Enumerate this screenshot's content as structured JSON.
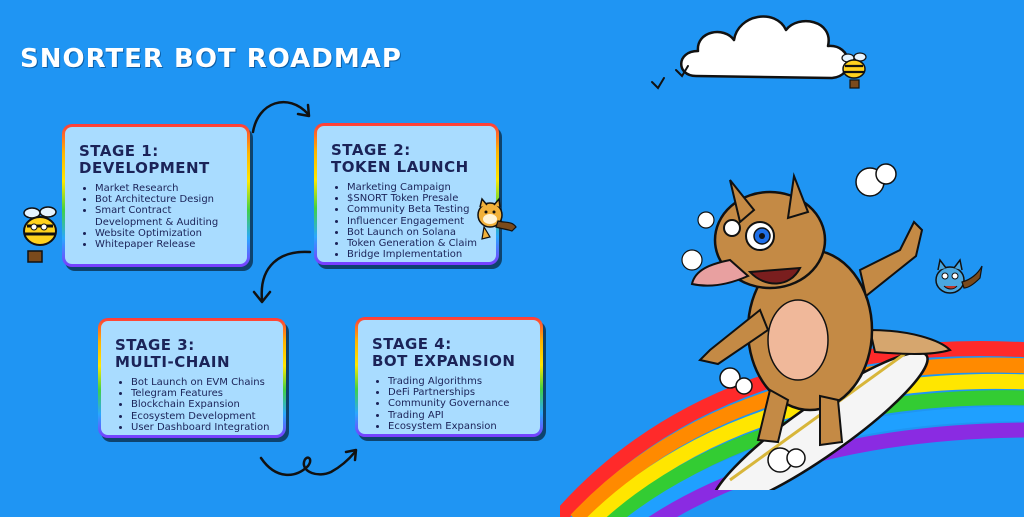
{
  "title": "SNORTER BOT ROADMAP",
  "stages": [
    {
      "heading_line1": "STAGE 1:",
      "heading_line2": "DEVELOPMENT",
      "items": [
        "Market Research",
        "Bot Architecture Design",
        "Smart Contract",
        "Development & Auditing",
        "Website Optimization",
        "Whitepaper Release"
      ]
    },
    {
      "heading_line1": "STAGE 2:",
      "heading_line2": "TOKEN LAUNCH",
      "items": [
        "Marketing Campaign",
        "$SNORT Token Presale",
        "Community Beta Testing",
        "Influencer Engagement",
        "Bot Launch on Solana",
        "Token Generation & Claim",
        "Bridge Implementation"
      ]
    },
    {
      "heading_line1": "STAGE 3:",
      "heading_line2": "MULTI-CHAIN",
      "items": [
        "Bot Launch on EVM Chains",
        "Telegram Features",
        "Blockchain Expansion",
        "Ecosystem Development",
        "User Dashboard Integration"
      ]
    },
    {
      "heading_line1": "STAGE 4:",
      "heading_line2": "BOT EXPANSION",
      "items": [
        "Trading Algorithms",
        "DeFi Partnerships",
        "Community Governance",
        "Trading API",
        "Ecosystem Expansion"
      ]
    }
  ],
  "colors": {
    "background": "#1f95f3",
    "card": "#a9dcff",
    "heading": "#1b2358"
  }
}
